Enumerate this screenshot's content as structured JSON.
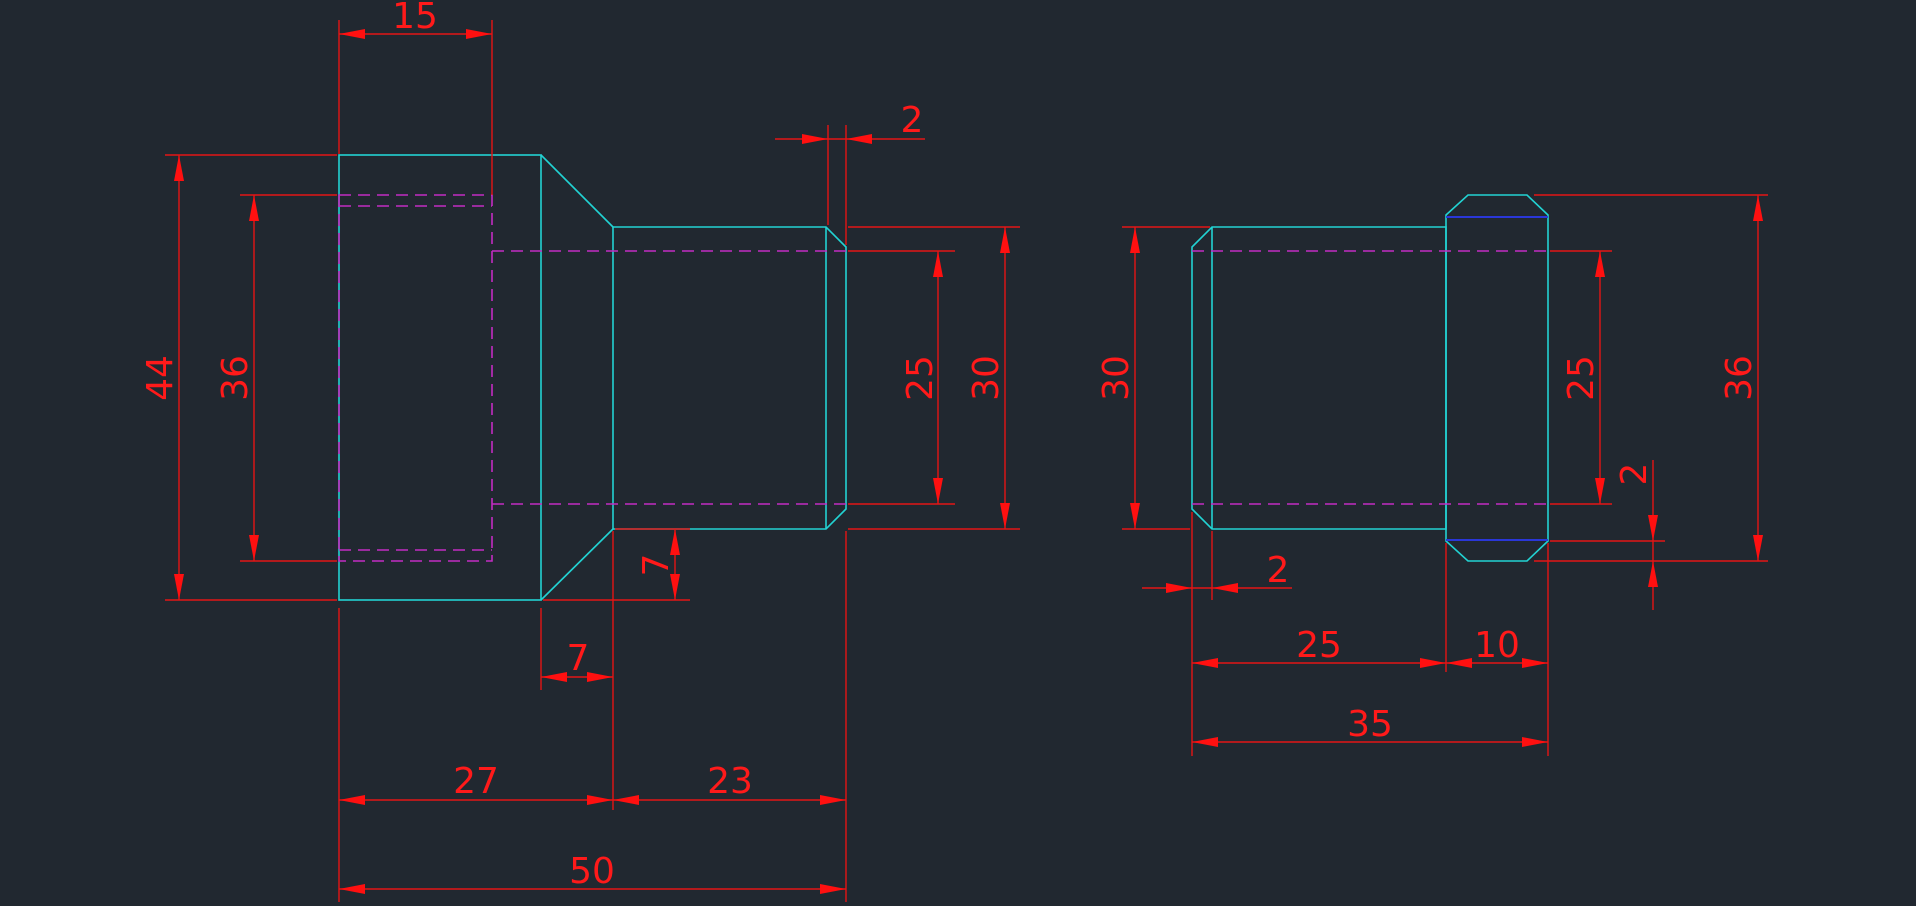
{
  "colors": {
    "background": "#212830",
    "outline": "#22d3d3",
    "hidden_line": "#c22cc2",
    "dimension": "#ff1a1a",
    "thread_line": "#2a37d8"
  },
  "dimensions": {
    "left_part": {
      "top_width": "15",
      "chamfer_offset": "2",
      "outer_height": "44",
      "bore_height": "36",
      "inner_height": "25",
      "shaft_height": "30",
      "step_height": "7",
      "taper_width": "7",
      "socket_length": "27",
      "shaft_length": "23",
      "total_length": "50"
    },
    "right_part": {
      "height": "30",
      "chamfer_width": "2",
      "shaft_length": "25",
      "collar_length": "10",
      "total_length": "35",
      "inner_height": "25",
      "collar_step": "2",
      "collar_height": "36"
    }
  }
}
